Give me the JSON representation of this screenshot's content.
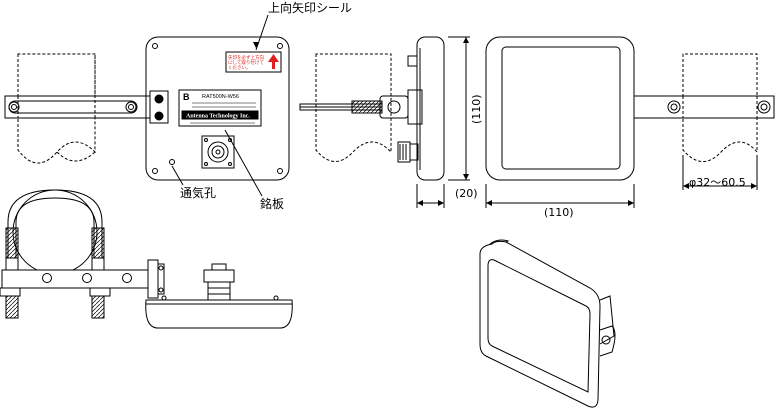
{
  "labels": {
    "arrow_sticker": "上向矢印シール",
    "vent_hole": "通気孔",
    "nameplate": "銘板",
    "dim_height": "(110)",
    "dim_depth": "(20)",
    "dim_width": "(110)",
    "pole_dia": "φ32〜60.5"
  },
  "plate": {
    "model": "RAT500N-W56",
    "company": "Antenna Technology Inc.",
    "logo": "B"
  },
  "sticker_text": [
    "矢印を必ず上方向",
    "にして取り付けて",
    "ください。"
  ],
  "colors": {
    "line": "#000000",
    "accent": "#e02020"
  }
}
